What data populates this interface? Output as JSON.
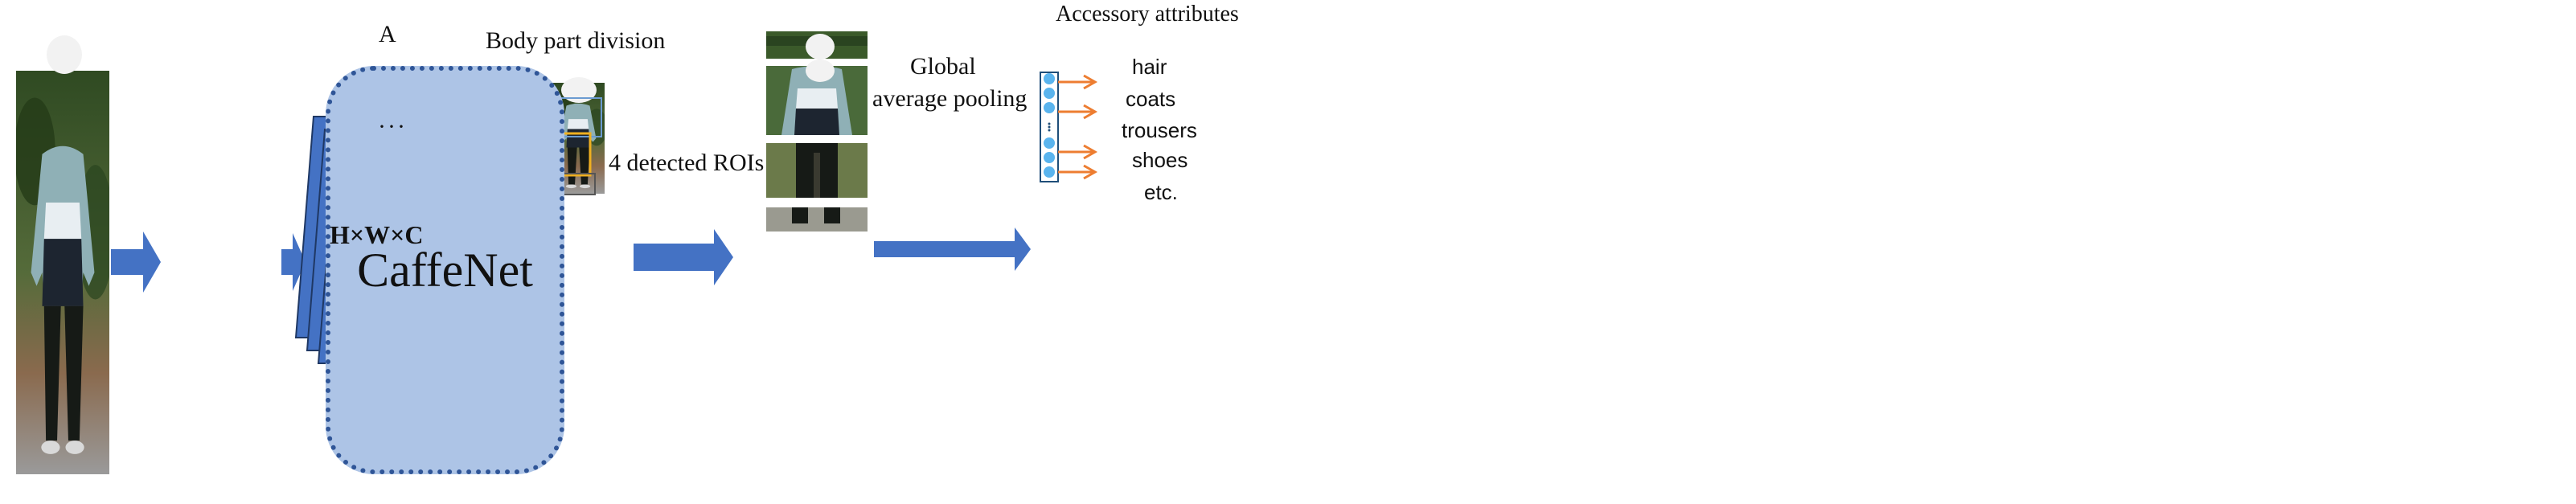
{
  "labels": {
    "a_label": "A",
    "hwc": "H×W×C",
    "body_part_division": "Body  part division",
    "caffenet": "CaffeNet",
    "rois": "4 detected ROIs",
    "gap_line1": "Global",
    "gap_line2": "average pooling",
    "accessory_title": "Accessory attributes",
    "ellipsis": "···"
  },
  "attributes": [
    "hair",
    "coats",
    "trousers",
    "shoes",
    "etc."
  ],
  "colors": {
    "arrow_blue": "#4472c4",
    "feature_map_fill": "#4472c4",
    "feature_map_stroke": "#1f3864",
    "caffenet_fill": "#adc4e6",
    "caffenet_border": "#2f5597",
    "attr_arrow": "#ed7d31",
    "node_fill": "#5ab4ee",
    "node_stroke": "#1f4e79"
  }
}
